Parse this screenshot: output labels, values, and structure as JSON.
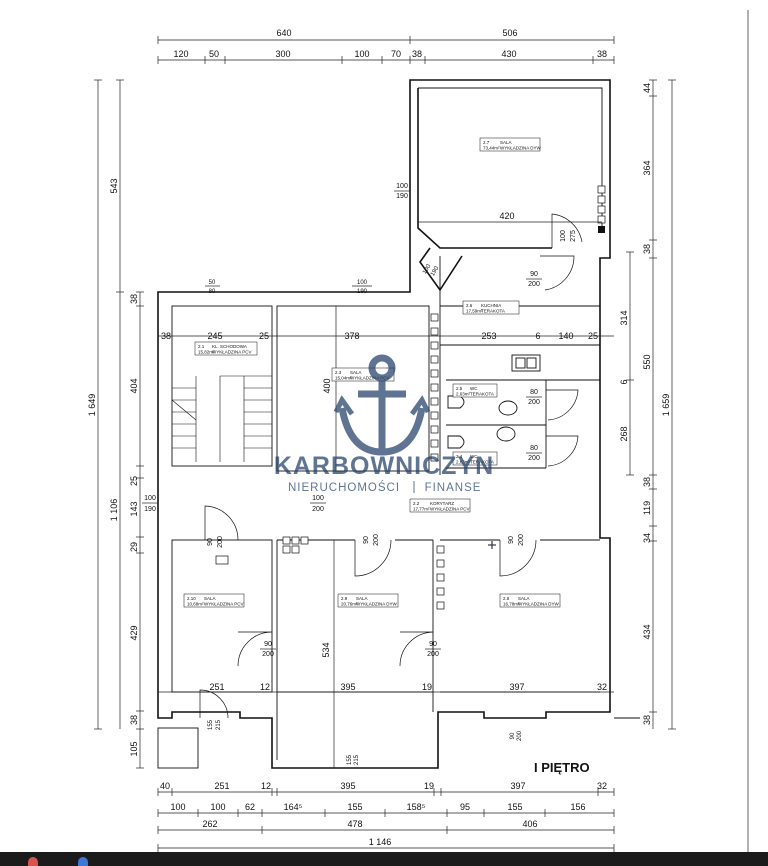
{
  "floor_title": "I PIĘTRO",
  "watermark": {
    "line1": "KARBOWNICZYN",
    "line2a": "NIERUCHOMOŚCI",
    "line2b": "FINANSE",
    "color": "#22406a"
  },
  "dims_top": {
    "total_left": "640",
    "total_right": "506",
    "row": [
      "120",
      "50",
      "300",
      "100",
      "70",
      "38",
      "430",
      "38"
    ]
  },
  "dims_bottom": {
    "row1": [
      "40",
      "251",
      "12",
      "395",
      "19",
      "397",
      "32"
    ],
    "row2": [
      "100",
      "100",
      "62",
      "164⁵",
      "155",
      "158⁵",
      "95",
      "155",
      "156"
    ],
    "row3": [
      "262",
      "478",
      "406"
    ],
    "total": "1 146"
  },
  "dims_left": {
    "outer": "1 649",
    "upper": "543",
    "lower": "1 106",
    "inner": [
      "38",
      "404",
      "25",
      "143",
      "29",
      "429",
      "38",
      "105"
    ]
  },
  "dims_right": {
    "outer": "1 659",
    "top": [
      "44",
      "364",
      "38"
    ],
    "middle": "550",
    "mid_items": [
      "314",
      "6",
      "268"
    ],
    "lower": [
      "38",
      "119",
      "34",
      "434",
      "38"
    ]
  },
  "interior_dims": {
    "row1": [
      "38",
      "245",
      "25",
      "378",
      "253",
      "6",
      "140",
      "25"
    ],
    "row2": [
      "251",
      "12",
      "395",
      "19",
      "397",
      "32"
    ],
    "sala_top_width": "420",
    "stair_height": "400",
    "corridor_height": "534"
  },
  "openings": [
    {
      "id": "o1",
      "w": "50",
      "h": "80"
    },
    {
      "id": "o2",
      "w": "100",
      "h": "190"
    },
    {
      "id": "o3",
      "w": "100",
      "h": "190"
    },
    {
      "id": "o4",
      "w": "100",
      "h": "190"
    },
    {
      "id": "o5",
      "w": "90",
      "h": "200"
    },
    {
      "id": "o6",
      "w": "90",
      "h": "200"
    },
    {
      "id": "o7",
      "w": "80",
      "h": "200"
    },
    {
      "id": "o8",
      "w": "80",
      "h": "200"
    },
    {
      "id": "o9",
      "w": "90",
      "h": "200"
    },
    {
      "id": "o10",
      "w": "90",
      "h": "200"
    },
    {
      "id": "o11",
      "w": "90",
      "h": "200"
    },
    {
      "id": "o12",
      "w": "90",
      "h": "200"
    },
    {
      "id": "o13",
      "w": "100",
      "h": "200"
    },
    {
      "id": "o14",
      "w": "90",
      "h": "200"
    },
    {
      "id": "o15",
      "w": "100",
      "h": "275"
    },
    {
      "id": "o16",
      "w": "155",
      "h": "215"
    },
    {
      "id": "o17",
      "w": "155",
      "h": "215"
    },
    {
      "id": "o18",
      "w": "100",
      "h": "190"
    }
  ],
  "rooms": [
    {
      "id": "2.7",
      "name": "SALA",
      "floor": "WYKŁADZINA DYW",
      "area": "73,44m²"
    },
    {
      "id": "2.6",
      "name": "KUCHNIA",
      "floor": "TERAKOTA",
      "area": "17,59m²"
    },
    {
      "id": "2.1",
      "name": "KL. SCHODOWA",
      "floor": "WYKŁADZINA PCV",
      "area": "15,82m²"
    },
    {
      "id": "2.3",
      "name": "SALA",
      "floor": "WYKŁADZINA PCV",
      "area": "15,04m²"
    },
    {
      "id": "2.5",
      "name": "WC",
      "floor": "TERAKOTA",
      "area": "2,63m²"
    },
    {
      "id": "2.4",
      "name": "WC",
      "floor": "TERAKOTA",
      "area": "2,63m²"
    },
    {
      "id": "2.2",
      "name": "KORYTARZ",
      "floor": "WYKŁADZINA PCV",
      "area": "17,77m²"
    },
    {
      "id": "2.10",
      "name": "SALA",
      "floor": "WYKŁADZINA PCV",
      "area": "10,68m²"
    },
    {
      "id": "2.9",
      "name": "SALA",
      "floor": "WYKŁADZINA DYW",
      "area": "20,76m²"
    },
    {
      "id": "2.8",
      "name": "SALA",
      "floor": "WYKŁADZINA DYW",
      "area": "16,78m²"
    }
  ]
}
